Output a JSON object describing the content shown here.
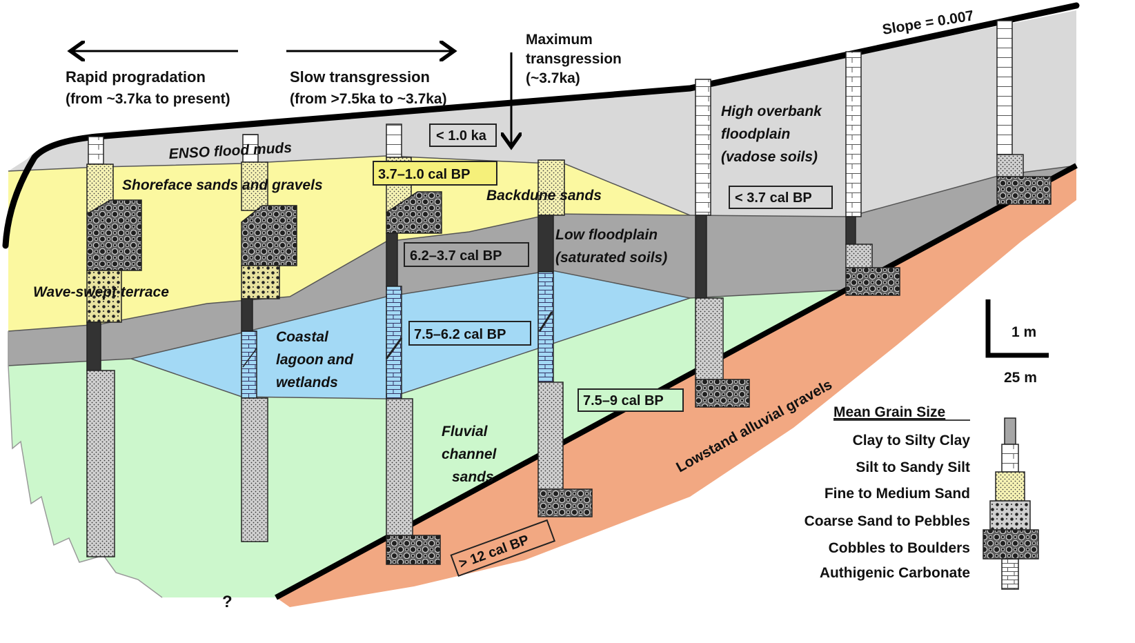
{
  "annotations": {
    "slope": "Slope = 0.007",
    "progradation_l1": "Rapid progradation",
    "progradation_l2": "(from ~3.7ka to present)",
    "transgression_l1": "Slow transgression",
    "transgression_l2": "(from >7.5ka to ~3.7ka)",
    "max_l1": "Maximum",
    "max_l2": "transgression",
    "max_l3": "(~3.7ka)"
  },
  "units": {
    "enso": "ENSO flood muds",
    "shoreface": "Shoreface sands and gravels",
    "backdune": "Backdune sands",
    "wave_terrace": "Wave-swept terrace",
    "low_fp_l1": "Low floodplain",
    "low_fp_l2": "(saturated soils)",
    "high_fp_l1": "High overbank",
    "high_fp_l2": "floodplain",
    "high_fp_l3": "(vadose soils)",
    "lagoon_l1": "Coastal",
    "lagoon_l2": "lagoon and",
    "lagoon_l3": "wetlands",
    "fluvial_l1": "Fluvial",
    "fluvial_l2": "channel",
    "fluvial_l3": "sands",
    "lowstand": "Lowstand alluvial gravels",
    "unknown": "?"
  },
  "age_labels": {
    "lt1ka": "< 1.0 ka",
    "a37_10": "3.7–1.0 cal BP",
    "a62_37": "6.2–3.7 cal BP",
    "a75_62": "7.5–6.2 cal BP",
    "a75_9": "7.5–9 cal BP",
    "lt37": "< 3.7 cal BP",
    "gt12": "> 12 cal BP"
  },
  "scale": {
    "vertical": "1 m",
    "horizontal": "25 m"
  },
  "legend": {
    "title": "Mean Grain Size",
    "items": [
      "Clay to Silty Clay",
      "Silt to Sandy Silt",
      "Fine to Medium Sand",
      "Coarse Sand to Pebbles",
      "Cobbles to Boulders",
      "Authigenic Carbonate"
    ]
  },
  "colors": {
    "enso_gray": "#d9d9d9",
    "shoreface_yellow": "#fbf8a0",
    "floodplain_gray": "#a6a6a6",
    "lagoon_blue": "#a3d9f5",
    "fluvial_green": "#ccf7cc",
    "lowstand_orange": "#f2a882",
    "outline": "#000000"
  }
}
